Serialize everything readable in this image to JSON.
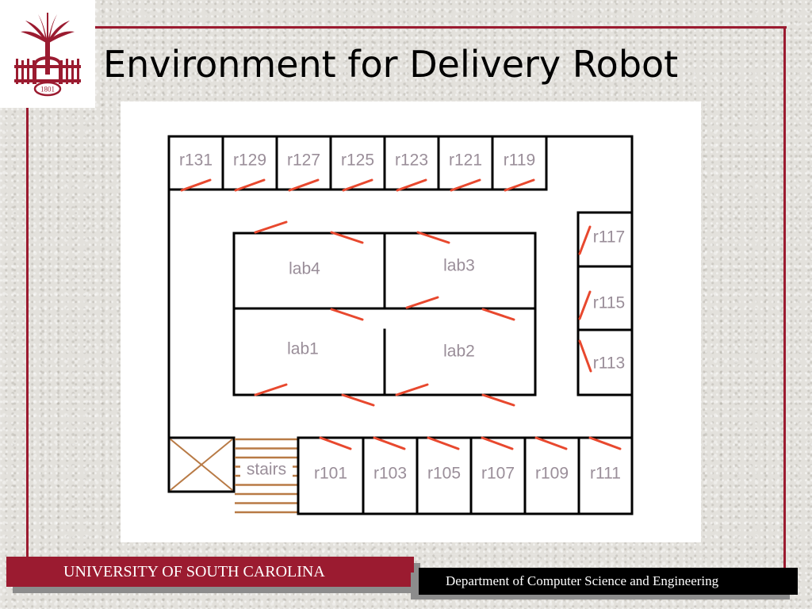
{
  "slide": {
    "title": "Environment for Delivery Robot"
  },
  "footer": {
    "left_text": "UNIVERSITY OF SOUTH CAROLINA",
    "right_text": "Department of Computer Science and Engineering"
  },
  "logo": {
    "icon": "palmetto-seal-icon",
    "year": "1801"
  },
  "floor_plan": {
    "rooms_top": [
      "r131",
      "r129",
      "r127",
      "r125",
      "r123",
      "r121",
      "r119"
    ],
    "rooms_right": [
      "r117",
      "r115",
      "r113"
    ],
    "rooms_bottom": [
      "r101",
      "r103",
      "r105",
      "r107",
      "r109",
      "r111"
    ],
    "labs": [
      "lab4",
      "lab3",
      "lab1",
      "lab2"
    ],
    "stairs_label": "stairs"
  },
  "colors": {
    "brand_garnet": "#9b1b30",
    "wall": "#000000",
    "door": "#e8482e",
    "stairs": "#b87a45",
    "label": "#9a8e99"
  }
}
